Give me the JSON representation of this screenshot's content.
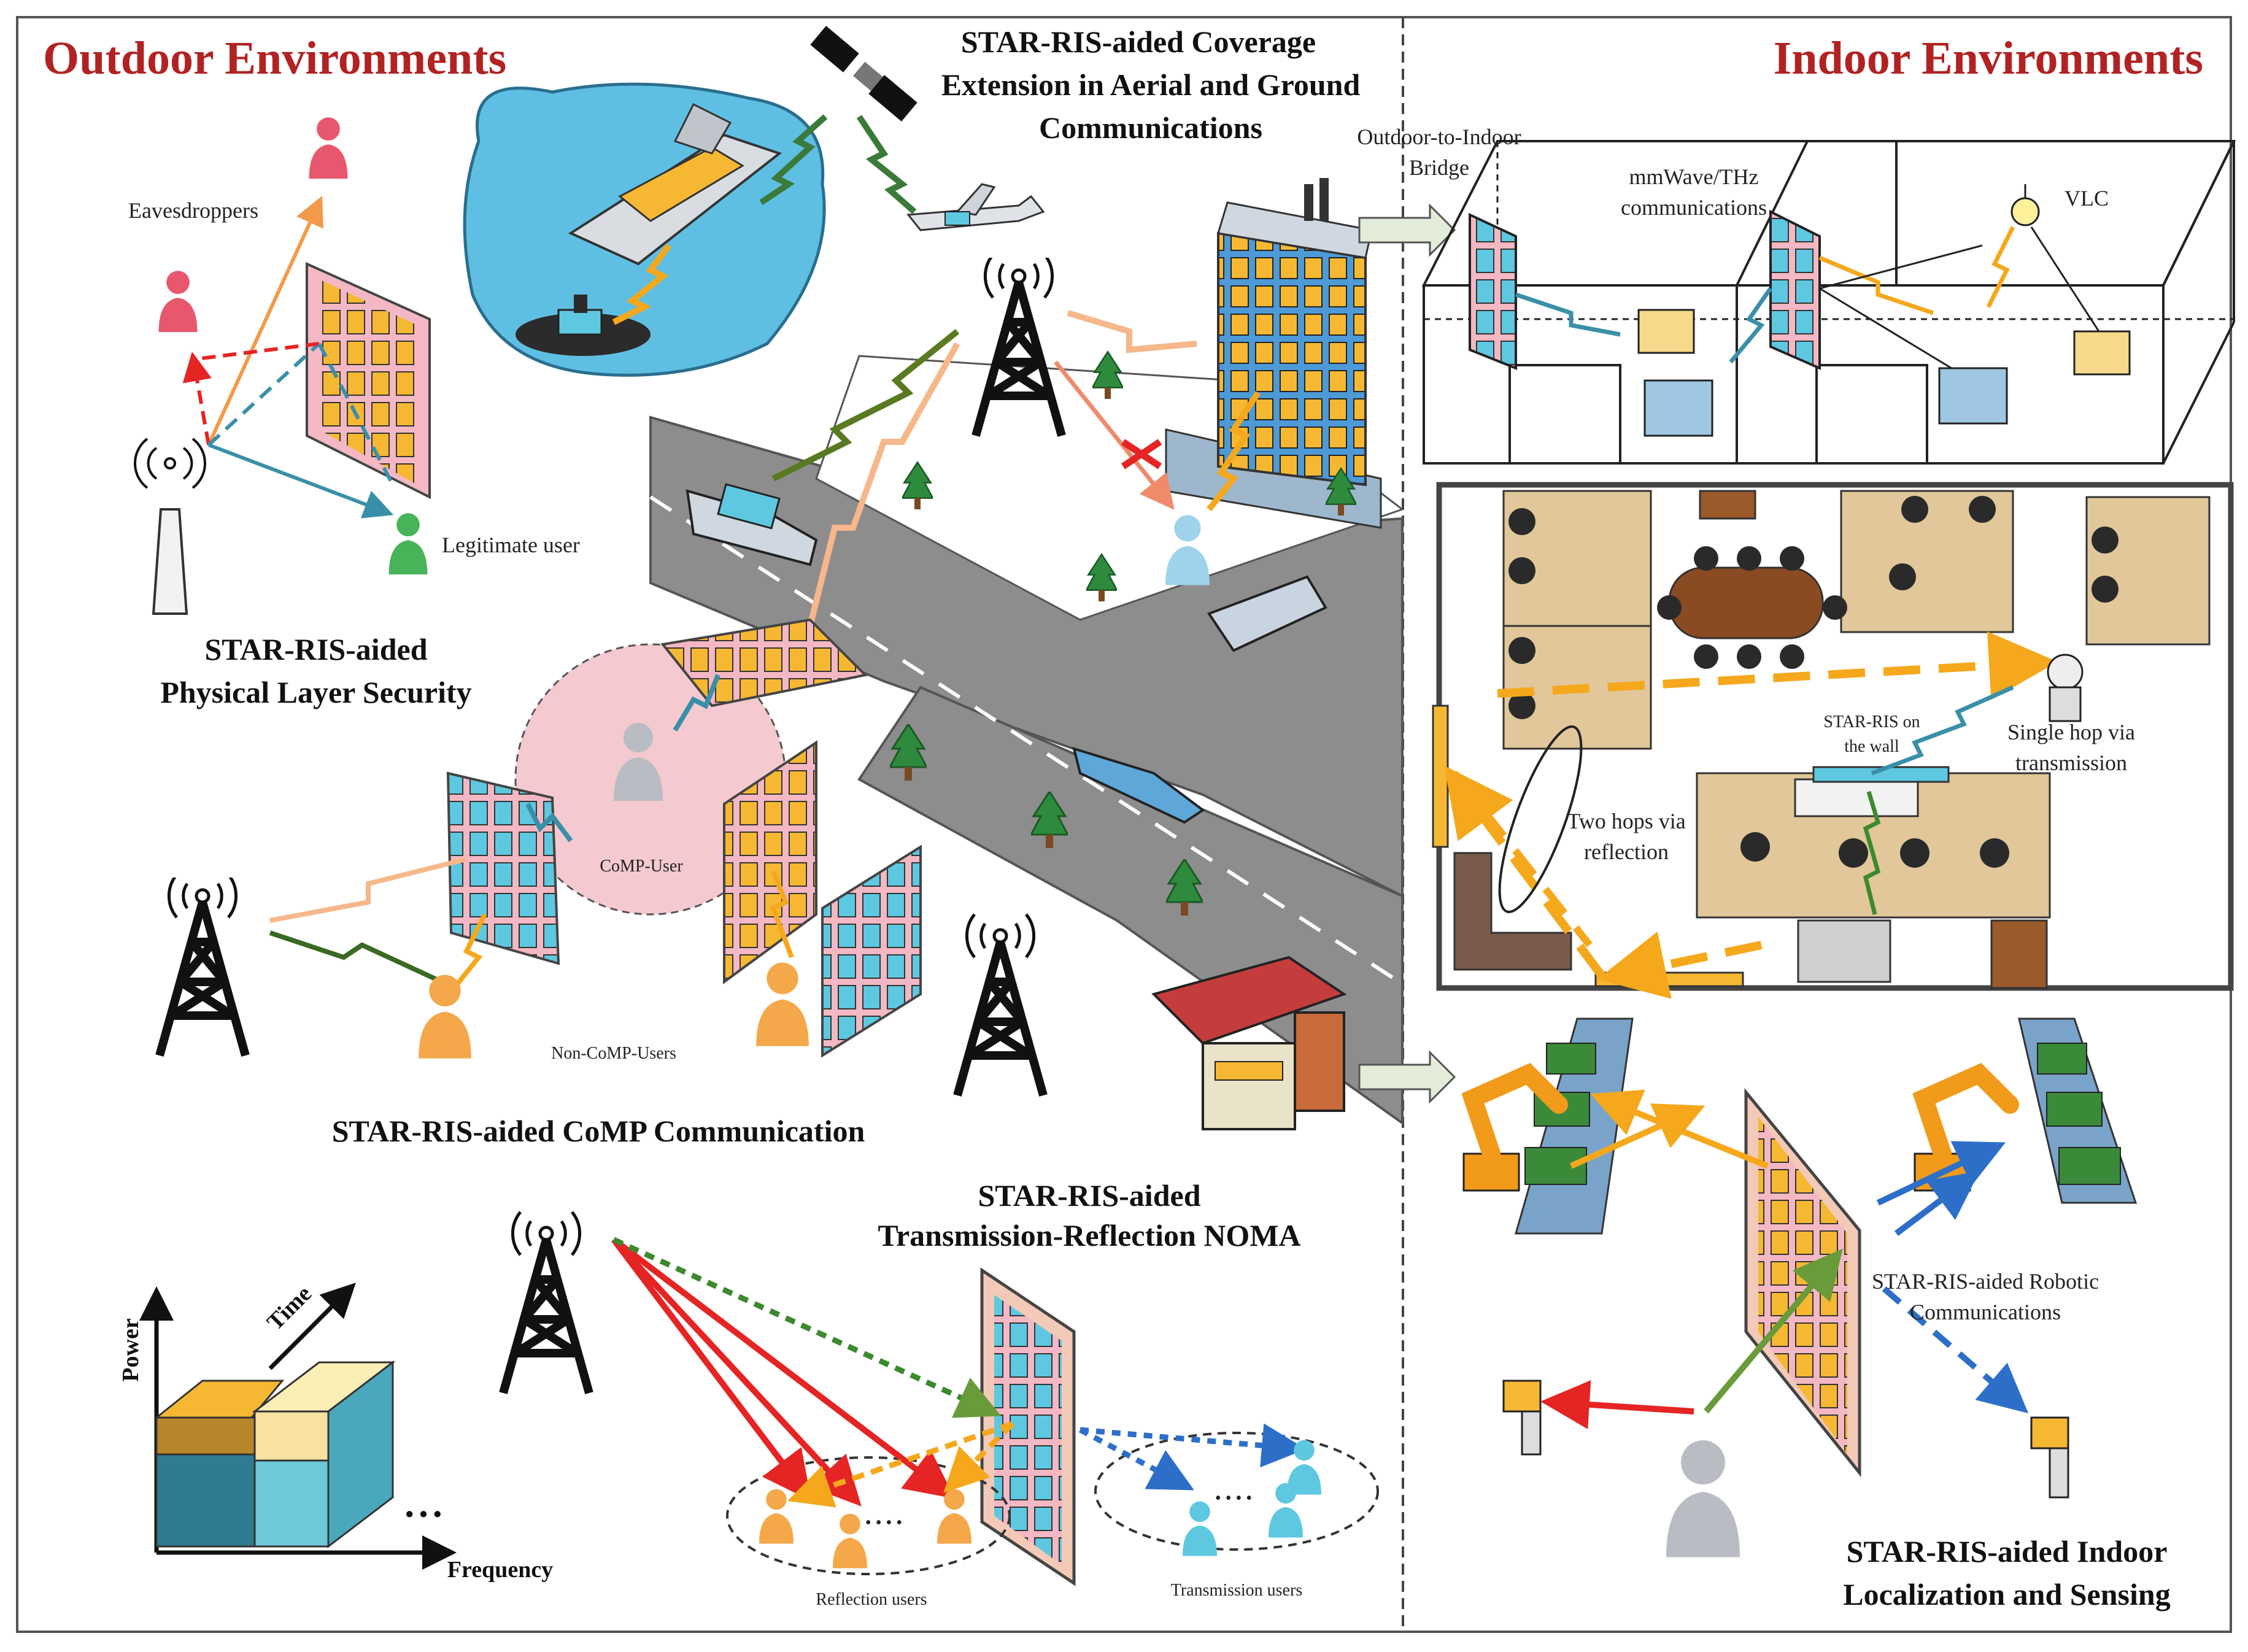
{
  "outdoor": {
    "header": "Outdoor Environments",
    "pls": {
      "title_line1": "STAR-RIS-aided",
      "title_line2": "Physical Layer Security",
      "eavesdroppers": "Eavesdroppers",
      "legitimate_user": "Legitimate user"
    },
    "coverage": {
      "title_line1": "STAR-RIS-aided Coverage",
      "title_line2": "Extension in Aerial and Ground",
      "title_line3": "Communications"
    },
    "comp": {
      "title": "STAR-RIS-aided CoMP Communication",
      "comp_user": "CoMP-User",
      "non_comp_users": "Non-CoMP-Users"
    },
    "noma": {
      "title_line1": "STAR-RIS-aided",
      "title_line2": "Transmission-Reflection NOMA",
      "reflection_users": "Reflection users",
      "transmission_users": "Transmission users",
      "ellipsis": "• • • •",
      "axis_power": "Power",
      "axis_time": "Time",
      "axis_frequency": "Frequency",
      "axis_dots": "• • •"
    }
  },
  "indoor": {
    "header": "Indoor Environments",
    "bridge_line1": "Outdoor-to-Indoor",
    "bridge_line2": "Bridge",
    "mmwave_line1": "mmWave/THz",
    "mmwave_line2": "communications",
    "vlc": "VLC",
    "office": {
      "star_ris_wall_line1": "STAR-RIS on",
      "star_ris_wall_line2": "the wall",
      "single_hop_line1": "Single hop via",
      "single_hop_line2": "transmission",
      "two_hops_line1": "Two hops via",
      "two_hops_line2": "reflection"
    },
    "robotic_line1": "STAR-RIS-aided Robotic",
    "robotic_line2": "Communications",
    "localization_line1": "STAR-RIS-aided Indoor",
    "localization_line2": "Localization and Sensing"
  },
  "colors": {
    "header_red": "#b22222",
    "ris_pink": "#f3b8c3",
    "ris_cell_orange": "#f6b833",
    "ris_cell_blue": "#5ec8e0",
    "tower_black": "#111111",
    "arrow_red": "#e52424",
    "arrow_orange": "#f5a81c",
    "arrow_blue": "#2d6fc8",
    "arrow_green": "#6a9b3a",
    "road_gray": "#8d8d8d",
    "water_blue": "#5fbfe3"
  },
  "icons": [
    "satellite-icon",
    "ship-icon",
    "submarine-icon",
    "plane-icon",
    "tower-icon",
    "user-icon",
    "building-icon",
    "tree-icon",
    "car-icon",
    "robot-icon",
    "robot-arm-icon",
    "lamp-icon",
    "router-icon"
  ]
}
